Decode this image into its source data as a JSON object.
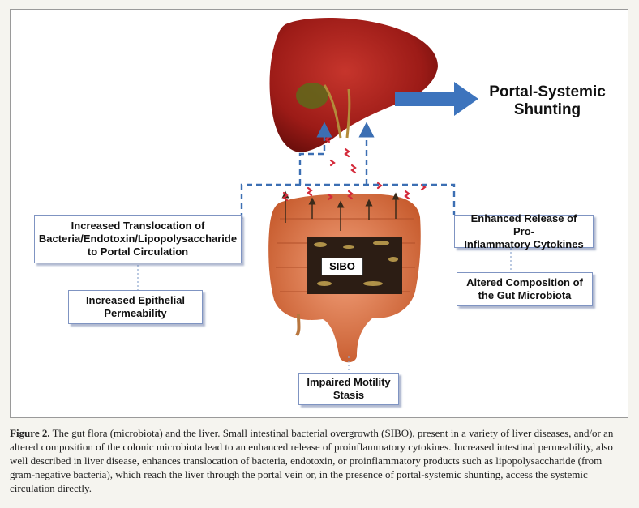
{
  "nodes": {
    "outcome": [
      "Portal-Systemic",
      "Shunting"
    ],
    "translocation": [
      "Increased Translocation of",
      "Bacteria/Endotoxin/Lipopolysaccharide",
      "to Portal Circulation"
    ],
    "permeability": [
      "Increased Epithelial",
      "Permeability"
    ],
    "cytokines": [
      "Enhanced Release of Pro-",
      "Inflammatory Cytokines"
    ],
    "microbiota": [
      "Altered Composition of",
      "the Gut Microbiota"
    ],
    "motility": [
      "Impaired Motility",
      "Stasis"
    ],
    "sibo": "SIBO"
  },
  "caption": {
    "label": "Figure 2.",
    "text": " The gut flora (microbiota) and the liver. Small intestinal bacterial overgrowth (SIBO), present in a variety of liver diseases, and/or an altered composition of the colonic microbiota lead to an enhanced release of proinflammatory cytokines. Increased intestinal permeability, also well described in liver disease, enhances translocation of bacteria, endotoxin, or proinflammatory products such as lipopolysaccharide (from gram-negative bacteria), which reach the liver through the portal vein or, in the presence of portal-systemic shunting, access the systemic circulation directly."
  },
  "colors": {
    "connector": "#3c6fb3",
    "shunt_arrow": "#3d74bd",
    "box_border": "#7f94c2",
    "liver": "#a51d1a",
    "intestine": "#d9794a",
    "bacteria": "#d42a3a"
  }
}
